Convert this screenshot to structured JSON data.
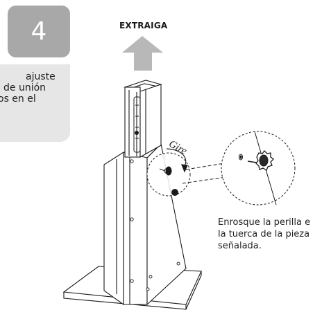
{
  "step": {
    "number": "4"
  },
  "instruction": {
    "lines": [
      "ajuste",
      "de unión",
      "os en el"
    ]
  },
  "arrow_label": "EXTRAIGA",
  "rotate_label": "Gire",
  "caption": {
    "lines": [
      "Enrosque la perilla e",
      "la tuerca de la pieza",
      "señalada."
    ]
  },
  "colors": {
    "badge": "#a8a8a8",
    "instruction_box": "#e6e6e6",
    "arrow": "#b8b8b8",
    "line_art": "#1a1a1a"
  }
}
